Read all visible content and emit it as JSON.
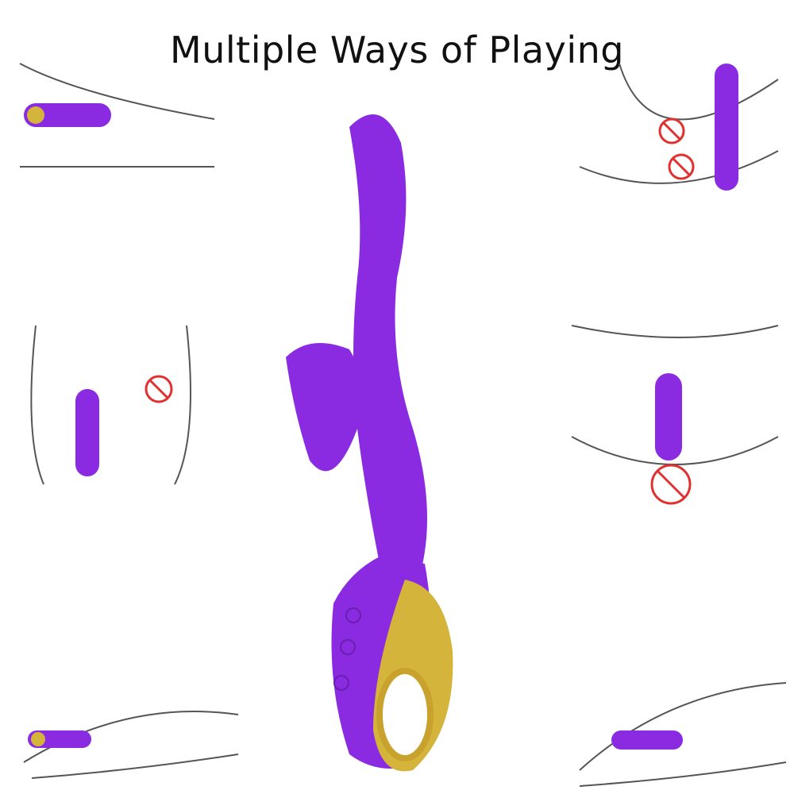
{
  "title": "Multiple Ways of Playing",
  "colors": {
    "product_body": "#8a2be2",
    "product_accent_gold": "#d4b43a",
    "line_art": "#555555",
    "prohibition_sign": "#e03030"
  },
  "product": {
    "name": "product-device",
    "description": "Purple device with gold ring handle and control buttons",
    "controls": [
      "plus-button",
      "mode-button",
      "minus-button"
    ]
  },
  "usage_panels": [
    {
      "position": "top-left",
      "has_prohibition_sign": false
    },
    {
      "position": "top-right",
      "prohibition_signs": 2
    },
    {
      "position": "middle-left",
      "prohibition_signs": 1
    },
    {
      "position": "middle-right",
      "prohibition_signs": 1
    },
    {
      "position": "bottom-left",
      "prohibition_signs": 0
    },
    {
      "position": "bottom-right",
      "prohibition_signs": 0
    }
  ]
}
